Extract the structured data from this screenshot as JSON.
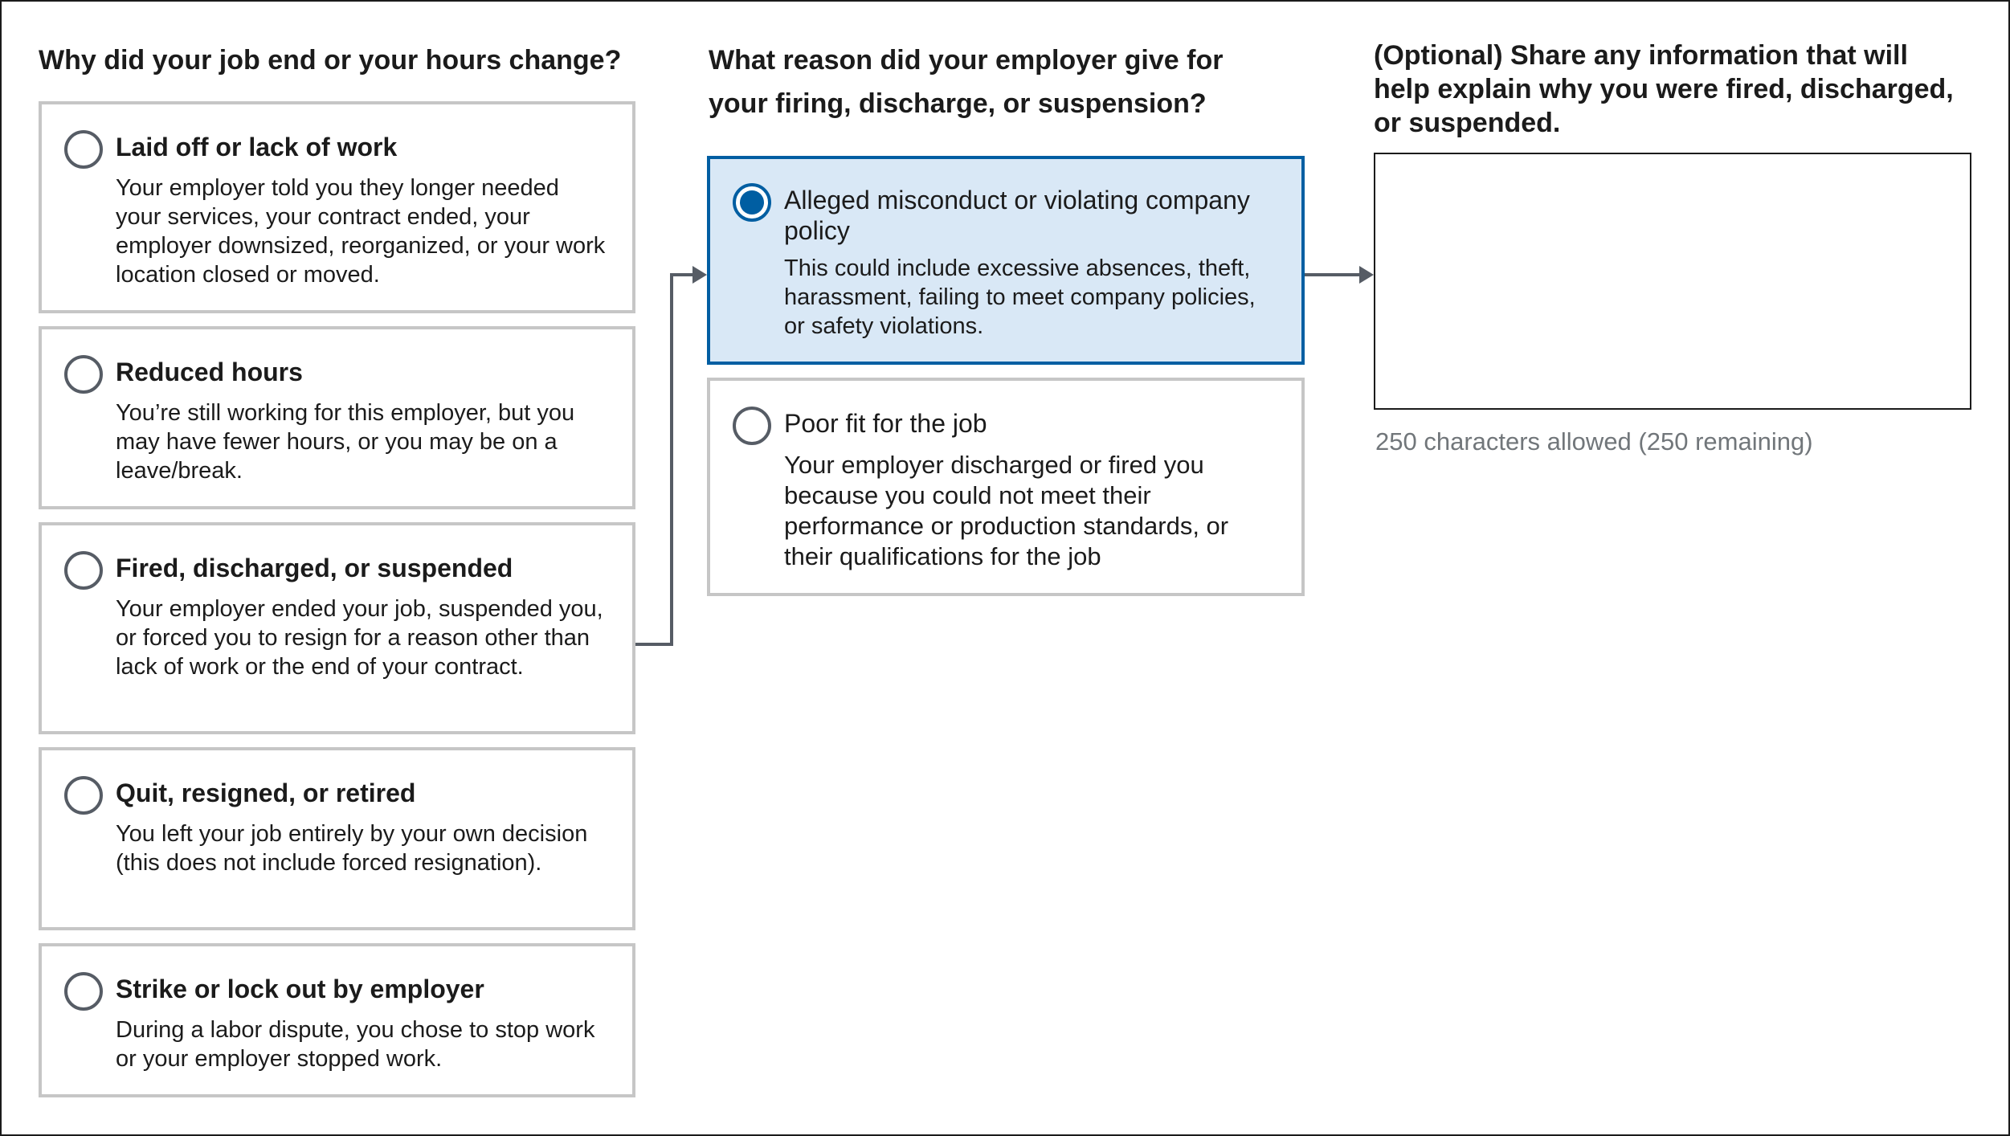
{
  "col1": {
    "title": "Why did your job end or your hours change?",
    "options": [
      {
        "label": "Laid off or lack of work",
        "description": "Your employer told you they longer needed your services, your contract ended, your employer downsized, reorganized, or your work location closed or moved.",
        "selected": false
      },
      {
        "label": "Reduced hours",
        "description": "You’re still working for this employer, but you may have fewer hours, or you may be on a leave/break.",
        "selected": false
      },
      {
        "label": "Fired, discharged, or suspended",
        "description": "Your employer ended your job, suspended you, or forced you to resign for a reason other than lack of work or the end of your contract.",
        "selected": false
      },
      {
        "label": "Quit, resigned, or retired",
        "description": "You left your job entirely by your own decision (this does not include forced resignation).",
        "selected": false
      },
      {
        "label": "Strike or lock out by employer",
        "description": "During a labor dispute, you chose to stop work or your employer stopped work.",
        "selected": false
      }
    ]
  },
  "col2": {
    "title": "What reason did your employer give for your firing, discharge, or suspension?",
    "options": [
      {
        "label": "Alleged misconduct or violating company policy",
        "description": "This could include excessive absences, theft, harassment, failing to meet company policies, or safety violations.",
        "selected": true
      },
      {
        "label": "Poor fit for the job",
        "description": "Your employer discharged or fired you because you could not meet their performance or production standards, or their qualifications for the job",
        "selected": false
      }
    ]
  },
  "col3": {
    "title": "(Optional) Share any information that will help explain why you were fired, discharged, or suspended.",
    "textarea_value": "",
    "hint": "250 characters allowed (250 remaining)"
  },
  "colors": {
    "primary": "#005ea2",
    "selected_bg": "#d9e8f6",
    "border": "#c6c6c6",
    "connector": "#565c65",
    "hint_text": "#71767a"
  }
}
